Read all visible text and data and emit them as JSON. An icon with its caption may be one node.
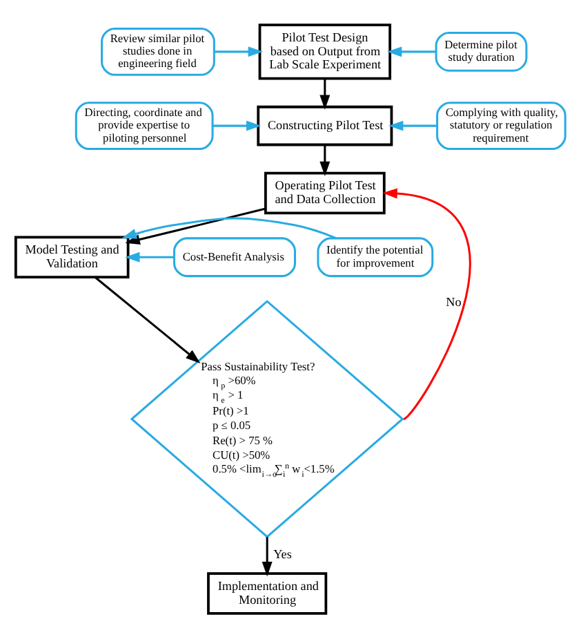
{
  "diagram": {
    "nodes": [
      {
        "text": [
          "Review similar pilot studies done in engineering field"
        ]
      },
      {
        "text": [
          "Pilot Test Design based on Output from Lab Scale Experiment"
        ]
      },
      {
        "text": [
          "Determine pilot study duration"
        ]
      },
      {
        "text": [
          "Directing, coordinate and provide expertise to piloting personnel"
        ]
      },
      {
        "text": [
          "Constructing Pilot Test"
        ]
      },
      {
        "text": [
          "Complying with quality, statutory or regulation requirement"
        ]
      },
      {
        "text": [
          "Operating Pilot Test and Data Collection"
        ]
      },
      {
        "text": [
          "Cost-Benefit Analysis"
        ]
      },
      {
        "text": [
          "Model Testing and Validation"
        ]
      },
      {
        "text": [
          "Identify the potential for improvement"
        ]
      },
      {
        "text": [
          "Pass Sustainability Test?",
          "η$_{p}$ >60%",
          "η$_{e}$ > 1",
          "Pr(t) >1",
          "p ≤ 0.05",
          "Re(t) > 75 %",
          "CU(t) >50%",
          "0.5% <lim$_{i→o}$∑$_{i}$$^{n}$ w$_{i}$<1.5%"
        ]
      },
      {
        "text": [
          "Implementation and Monitoring"
        ]
      }
    ],
    "edges": [
      {
        "from": 0,
        "to": 1,
        "arrow": "to"
      },
      {
        "from": 2,
        "to": 1,
        "arrow": "to"
      },
      {
        "from": 1,
        "to": 4,
        "arrow": "to",
        "color": "#000000"
      },
      {
        "from": 3,
        "to": 4,
        "arrow": "to"
      },
      {
        "from": 5,
        "to": 4,
        "arrow": "to"
      },
      {
        "from": 4,
        "to": 6,
        "arrow": "to",
        "color": "#000000"
      },
      {
        "from": 6,
        "to": 8,
        "arrow": "to",
        "color": "#000000"
      },
      {
        "from": 7,
        "to": 8,
        "arrow": "to"
      },
      {
        "from": 9,
        "to": 8,
        "arrow": "to"
      },
      {
        "from": 8,
        "to": 10,
        "arrow": "to",
        "color": "#000000"
      },
      {
        "from": 10,
        "to": 6,
        "arrow": "to",
        "label": "No",
        "color": "#ff0000"
      },
      {
        "from": 10,
        "to": 11,
        "arrow": "to",
        "label": "Yes",
        "color": "#000000"
      }
    ]
  }
}
